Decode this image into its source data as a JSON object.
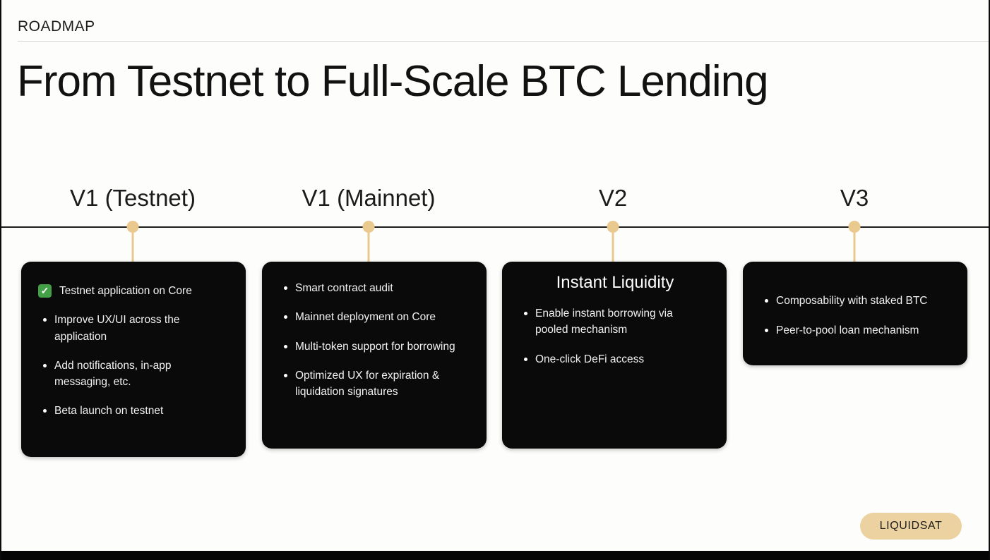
{
  "header": {
    "kicker": "ROADMAP",
    "title": "From Testnet to Full-Scale BTC Lending"
  },
  "brand": {
    "label": "LIQUIDSAT"
  },
  "icons": {
    "check": "✓"
  },
  "colors": {
    "accent_gold": "#eac98e",
    "card_background": "#0a0a0a",
    "check_green": "#43a047"
  },
  "milestones": [
    {
      "label": "V1 (Testnet)",
      "title": "",
      "items": [
        {
          "marker": "check",
          "text": "Testnet application on Core"
        },
        {
          "marker": "bullet",
          "text": "Improve UX/UI across the application"
        },
        {
          "marker": "bullet",
          "text": "Add notifications, in-app messaging, etc."
        },
        {
          "marker": "bullet",
          "text": "Beta launch on testnet"
        }
      ]
    },
    {
      "label": "V1 (Mainnet)",
      "title": "",
      "items": [
        {
          "marker": "bullet",
          "text": "Smart contract audit"
        },
        {
          "marker": "bullet",
          "text": "Mainnet deployment on Core"
        },
        {
          "marker": "bullet",
          "text": "Multi-token support for borrowing"
        },
        {
          "marker": "bullet",
          "text": "Optimized UX for expiration & liquidation signatures"
        }
      ]
    },
    {
      "label": "V2",
      "title": "Instant Liquidity",
      "items": [
        {
          "marker": "bullet",
          "text": "Enable instant borrowing via pooled mechanism"
        },
        {
          "marker": "bullet",
          "text": "One-click DeFi access"
        }
      ]
    },
    {
      "label": "V3",
      "title": "",
      "items": [
        {
          "marker": "bullet",
          "text": "Composability with staked BTC"
        },
        {
          "marker": "bullet",
          "text": "Peer-to-pool loan mechanism"
        }
      ]
    }
  ]
}
